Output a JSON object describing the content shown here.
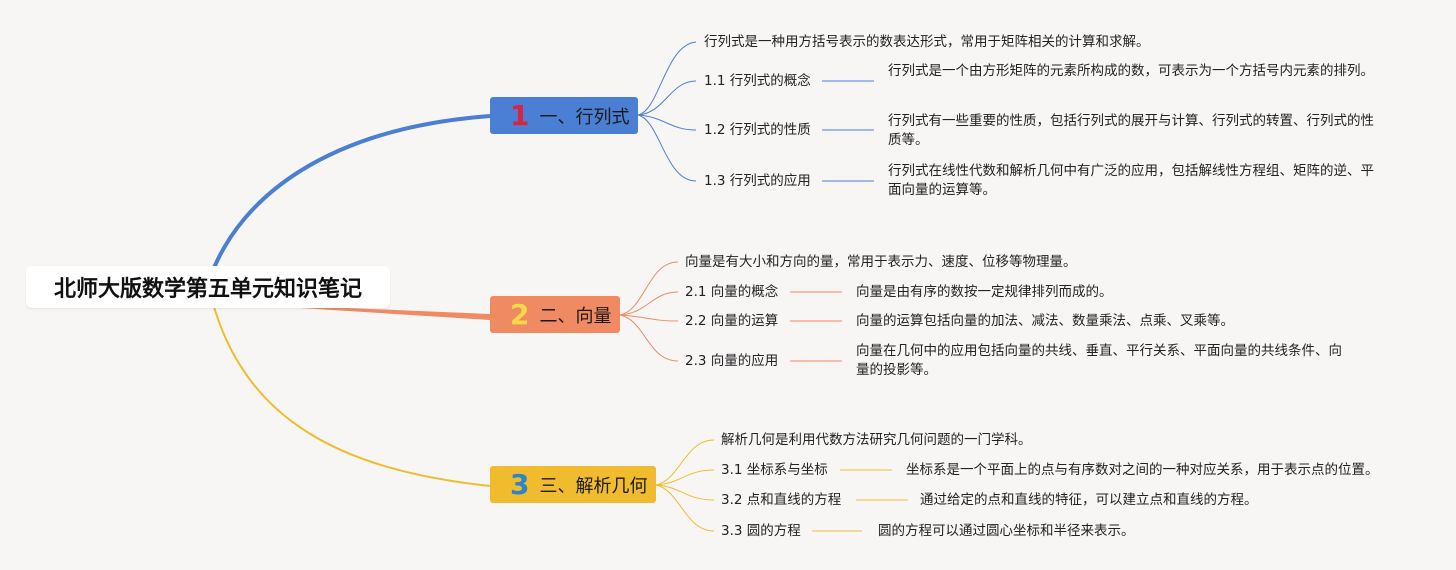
{
  "root": {
    "title": "北师大版数学第五单元知识笔记"
  },
  "colors": {
    "branch1": "#4a7fd3",
    "branch2": "#f08a63",
    "branch3": "#f0bc2e",
    "num1": "#d8243c",
    "num2": "#f5d94a",
    "num3": "#2a86c9"
  },
  "branches": [
    {
      "num": "1",
      "label": "一、行列式",
      "intro": "行列式是一种用方括号表示的数表达形式，常用于矩阵相关的计算和求解。",
      "items": [
        {
          "label": "1.1 行列式的概念",
          "desc": "行列式是一个由方形矩阵的元素所构成的数，可表示为一个方括号内元素的排列。"
        },
        {
          "label": "1.2 行列式的性质",
          "desc": "行列式有一些重要的性质，包括行列式的展开与计算、行列式的转置、行列式的性质等。"
        },
        {
          "label": "1.3 行列式的应用",
          "desc": "行列式在线性代数和解析几何中有广泛的应用，包括解线性方程组、矩阵的逆、平面向量的运算等。"
        }
      ]
    },
    {
      "num": "2",
      "label": "二、向量",
      "intro": "向量是有大小和方向的量，常用于表示力、速度、位移等物理量。",
      "items": [
        {
          "label": "2.1 向量的概念",
          "desc": "向量是由有序的数按一定规律排列而成的。"
        },
        {
          "label": "2.2 向量的运算",
          "desc": "向量的运算包括向量的加法、减法、数量乘法、点乘、叉乘等。"
        },
        {
          "label": "2.3 向量的应用",
          "desc": "向量在几何中的应用包括向量的共线、垂直、平行关系、平面向量的共线条件、向量的投影等。"
        }
      ]
    },
    {
      "num": "3",
      "label": "三、解析几何",
      "intro": "解析几何是利用代数方法研究几何问题的一门学科。",
      "items": [
        {
          "label": "3.1 坐标系与坐标",
          "desc": "坐标系是一个平面上的点与有序数对之间的一种对应关系，用于表示点的位置。"
        },
        {
          "label": "3.2 点和直线的方程",
          "desc": "通过给定的点和直线的特征，可以建立点和直线的方程。"
        },
        {
          "label": "3.3 圆的方程",
          "desc": "圆的方程可以通过圆心坐标和半径来表示。"
        }
      ]
    }
  ]
}
